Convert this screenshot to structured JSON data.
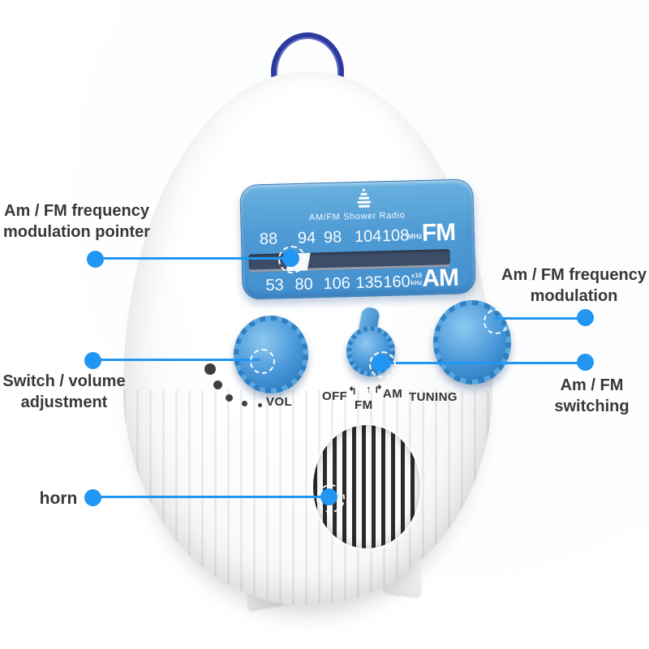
{
  "radio": {
    "panel": {
      "brand": "AM/FM Shower Radio",
      "fm_values": [
        "88",
        "94",
        "98",
        "104",
        "108"
      ],
      "fm_unit": "MHz",
      "fm_band": "FM",
      "am_values": [
        "53",
        "80",
        "106",
        "135",
        "160"
      ],
      "am_unit_top": "x10",
      "am_unit_bottom": "kHz",
      "am_band": "AM"
    },
    "controls": {
      "vol": "VOL",
      "off": "OFF",
      "fm": "FM",
      "am": "AM",
      "tuning": "TUNING",
      "marker_off": "↰",
      "marker_fm": "↑",
      "marker_am": "↱"
    }
  },
  "annotations": {
    "pointer": {
      "lines": [
        "Am / FM frequency",
        "modulation pointer"
      ]
    },
    "volume": {
      "lines": [
        "Switch / volume",
        "adjustment"
      ]
    },
    "horn": {
      "lines": [
        "horn"
      ]
    },
    "modulation": {
      "lines": [
        "Am / FM frequency",
        "modulation"
      ]
    },
    "switching": {
      "lines": [
        "Am / FM",
        "switching"
      ]
    }
  },
  "colors": {
    "callout_accent": "#2196f3",
    "panel_blue": "#4e9ad4",
    "knob_blue": "#4796d8",
    "window_navy": "#3d4d68",
    "hook_navy": "#2c3a9e",
    "label_text": "#383838",
    "body_white": "#f7f8f9"
  },
  "icons": [
    "water-drop-icon",
    "off-marker-icon",
    "fm-marker-icon",
    "am-marker-icon"
  ]
}
